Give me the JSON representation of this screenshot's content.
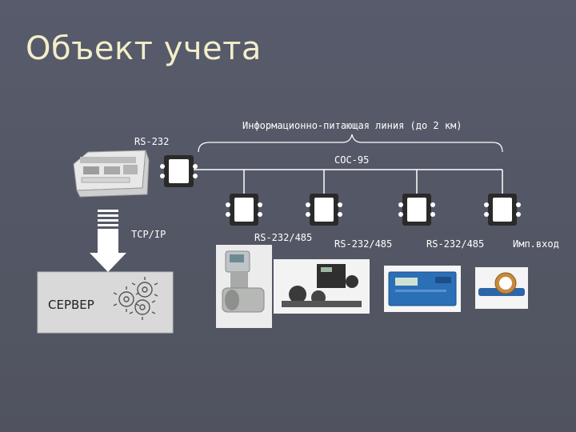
{
  "title": "Объект учета",
  "labels": {
    "info_line": "Информационно-питающая линия (до 2 км)",
    "rs232_top": "RS-232",
    "coc95": "СОС-95",
    "tcpip": "TCP/IP",
    "server": "СЕРВЕР",
    "dev1": "RS-232/485",
    "dev2": "RS-232/485",
    "dev3": "RS-232/485",
    "dev4": "Имп.вход"
  },
  "colors": {
    "background": "#53566a",
    "title": "#f3eec9",
    "server_box": "#d9d9d9",
    "lines": "#ffffff"
  }
}
